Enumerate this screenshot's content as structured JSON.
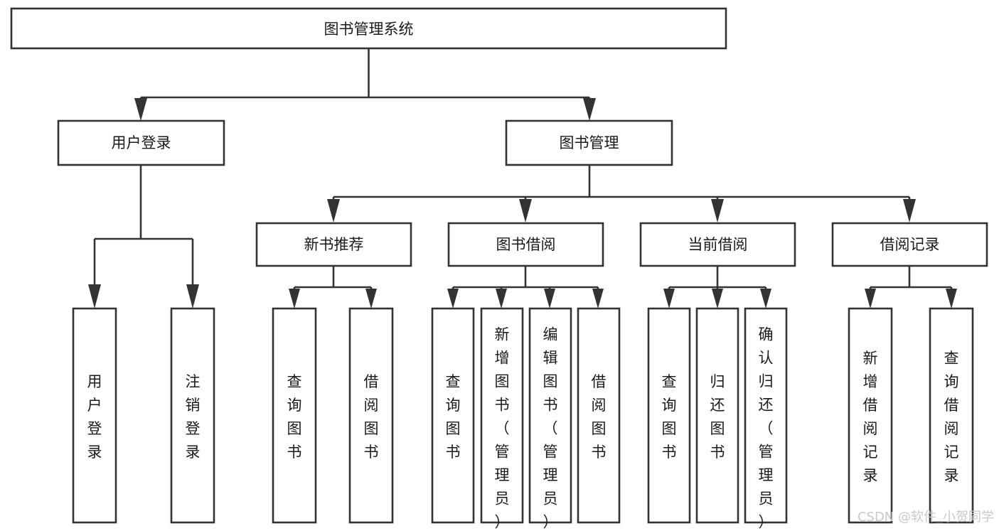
{
  "diagram": {
    "title": "图书管理系统",
    "type": "tree-hierarchy-chart",
    "root": {
      "id": "root",
      "label": "图书管理系统",
      "level": 0
    },
    "level1": [
      {
        "id": "user-login",
        "label": "用户登录"
      },
      {
        "id": "book-management",
        "label": "图书管理"
      }
    ],
    "level2": [
      {
        "id": "new-book-recommend",
        "label": "新书推荐",
        "parent": "book-management"
      },
      {
        "id": "book-borrow",
        "label": "图书借阅",
        "parent": "book-management"
      },
      {
        "id": "current-borrow",
        "label": "当前借阅",
        "parent": "book-management"
      },
      {
        "id": "borrow-record",
        "label": "借阅记录",
        "parent": "book-management"
      }
    ],
    "leaves": [
      {
        "id": "leaf-user-login",
        "label": "用户登录",
        "parent": "user-login"
      },
      {
        "id": "leaf-logout-login",
        "label": "注销登录",
        "parent": "user-login"
      },
      {
        "id": "leaf-query-book-1",
        "label": "查询图书",
        "parent": "new-book-recommend"
      },
      {
        "id": "leaf-borrow-book-1",
        "label": "借阅图书",
        "parent": "new-book-recommend"
      },
      {
        "id": "leaf-query-book-2",
        "label": "查询图书",
        "parent": "book-borrow"
      },
      {
        "id": "leaf-add-book",
        "label": "新增图书（管理员）",
        "parent": "book-borrow"
      },
      {
        "id": "leaf-edit-book",
        "label": "编辑图书（管理员）",
        "parent": "book-borrow"
      },
      {
        "id": "leaf-borrow-book-2",
        "label": "借阅图书",
        "parent": "book-borrow"
      },
      {
        "id": "leaf-query-book-3",
        "label": "查询图书",
        "parent": "current-borrow"
      },
      {
        "id": "leaf-return-book",
        "label": "归还图书",
        "parent": "current-borrow"
      },
      {
        "id": "leaf-confirm-return",
        "label": "确认归还（管理员）",
        "parent": "current-borrow"
      },
      {
        "id": "leaf-add-record",
        "label": "新增借阅记录",
        "parent": "borrow-record"
      },
      {
        "id": "leaf-query-record",
        "label": "查询借阅记录",
        "parent": "borrow-record"
      }
    ],
    "edges": [
      {
        "from": "root",
        "to": "user-login"
      },
      {
        "from": "root",
        "to": "book-management"
      },
      {
        "from": "user-login",
        "to": "leaf-user-login"
      },
      {
        "from": "user-login",
        "to": "leaf-logout-login"
      },
      {
        "from": "book-management",
        "to": "new-book-recommend"
      },
      {
        "from": "book-management",
        "to": "book-borrow"
      },
      {
        "from": "book-management",
        "to": "current-borrow"
      },
      {
        "from": "book-management",
        "to": "borrow-record"
      },
      {
        "from": "new-book-recommend",
        "to": "leaf-query-book-1"
      },
      {
        "from": "new-book-recommend",
        "to": "leaf-borrow-book-1"
      },
      {
        "from": "book-borrow",
        "to": "leaf-query-book-2"
      },
      {
        "from": "book-borrow",
        "to": "leaf-add-book"
      },
      {
        "from": "book-borrow",
        "to": "leaf-edit-book"
      },
      {
        "from": "book-borrow",
        "to": "leaf-borrow-book-2"
      },
      {
        "from": "current-borrow",
        "to": "leaf-query-book-3"
      },
      {
        "from": "current-borrow",
        "to": "leaf-return-book"
      },
      {
        "from": "current-borrow",
        "to": "leaf-confirm-return"
      },
      {
        "from": "borrow-record",
        "to": "leaf-add-record"
      },
      {
        "from": "borrow-record",
        "to": "leaf-query-record"
      }
    ],
    "colors": {
      "background": "#ffffff",
      "box_fill": "#ffffff",
      "box_stroke": "#333333",
      "text": "#1a1a1a",
      "watermark": "#c9c9c9"
    }
  },
  "watermark": {
    "text": "CSDN @软件_小贺同学"
  }
}
